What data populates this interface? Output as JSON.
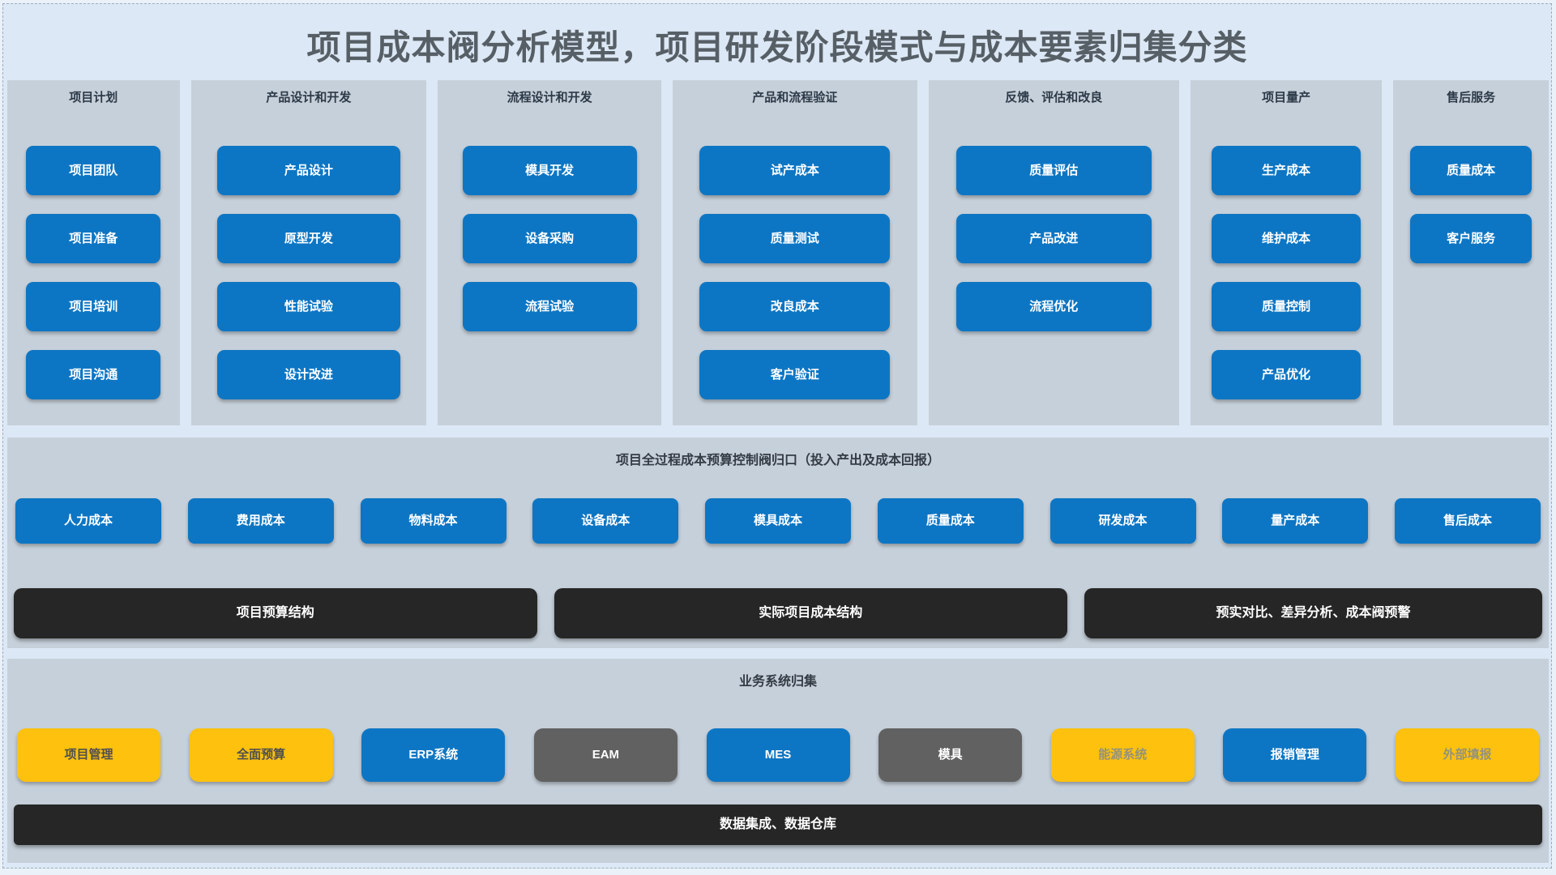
{
  "title": "项目成本阀分析模型，项目研发阶段模式与成本要素归集分类",
  "stages": [
    {
      "header": "项目计划",
      "items": [
        "项目团队",
        "项目准备",
        "项目培训",
        "项目沟通"
      ]
    },
    {
      "header": "产品设计和开发",
      "items": [
        "产品设计",
        "原型开发",
        "性能试验",
        "设计改进"
      ]
    },
    {
      "header": "流程设计和开发",
      "items": [
        "模具开发",
        "设备采购",
        "流程试验"
      ]
    },
    {
      "header": "产品和流程验证",
      "items": [
        "试产成本",
        "质量测试",
        "改良成本",
        "客户验证"
      ]
    },
    {
      "header": "反馈、评估和改良",
      "items": [
        "质量评估",
        "产品改进",
        "流程优化"
      ]
    },
    {
      "header": "项目量产",
      "items": [
        "生产成本",
        "维护成本",
        "质量控制",
        "产品优化"
      ]
    },
    {
      "header": "售后服务",
      "items": [
        "质量成本",
        "客户服务"
      ]
    }
  ],
  "valve_section": {
    "title": "项目全过程成本预算控制阀归口（投入产出及成本回报）",
    "cost_items": [
      "人力成本",
      "费用成本",
      "物料成本",
      "设备成本",
      "模具成本",
      "质量成本",
      "研发成本",
      "量产成本",
      "售后成本"
    ],
    "structure_items": [
      "项目预算结构",
      "实际项目成本结构",
      "预实对比、差异分析、成本阀预警"
    ]
  },
  "business_section": {
    "title": "业务系统归集",
    "systems": [
      {
        "label": "项目管理",
        "type": "yellow"
      },
      {
        "label": "全面预算",
        "type": "yellow"
      },
      {
        "label": "ERP系统",
        "type": "blue"
      },
      {
        "label": "EAM",
        "type": "gray"
      },
      {
        "label": "MES",
        "type": "blue"
      },
      {
        "label": "模具",
        "type": "gray"
      },
      {
        "label": "能源系统",
        "type": "yellow-muted"
      },
      {
        "label": "报销管理",
        "type": "blue"
      },
      {
        "label": "外部填报",
        "type": "yellow-muted"
      }
    ],
    "footer": "数据集成、数据仓库"
  },
  "colors": {
    "accent_blue": "#0d76c4",
    "dark_box": "#262626",
    "accent_yellow": "#fdc10e",
    "accent_gray": "#616161",
    "band_background": "#c6d0da",
    "page_background": "#dce8f5",
    "title_text": "#575f66"
  }
}
